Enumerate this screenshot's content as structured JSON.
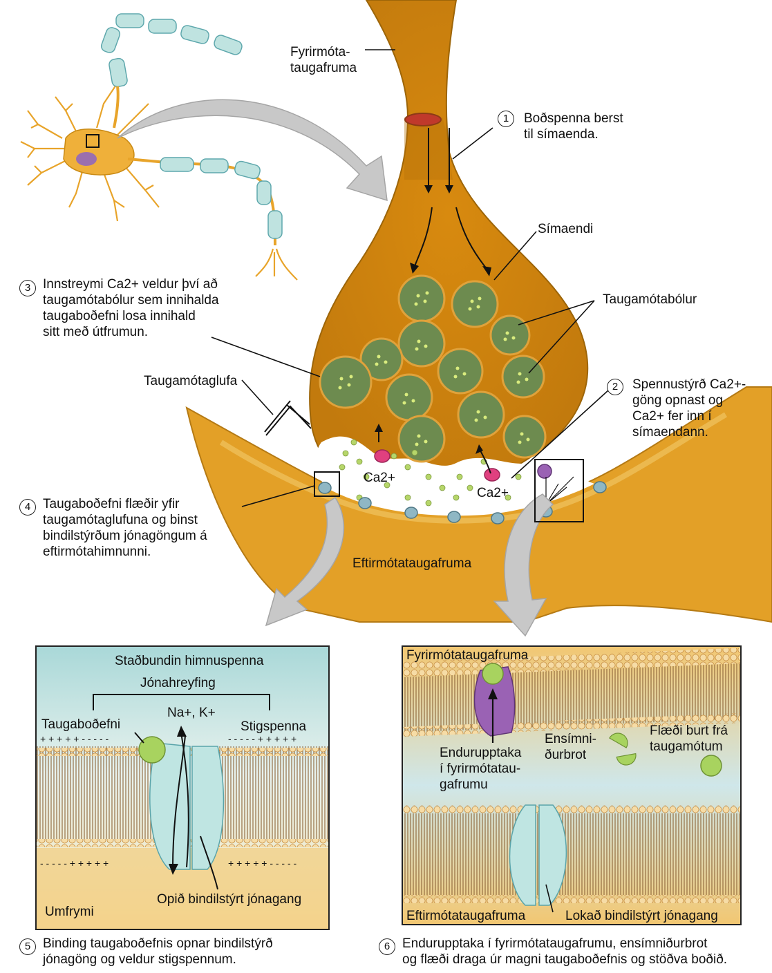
{
  "top": {
    "presynaptic_neuron": [
      "Fyrirmóta-",
      "taugafruma"
    ],
    "step1": {
      "num": "1",
      "lines": [
        "Boðspenna berst",
        "til símaenda."
      ]
    },
    "terminal": "Símaendi",
    "vesicles": "Taugamótabólur",
    "step3": {
      "num": "3",
      "lines": [
        "Innstreymi Ca2+ veldur því að",
        "taugamótabólur sem innihalda",
        "taugaboðefni losa innihald",
        "sitt með útfrumun."
      ]
    },
    "cleft": "Taugamótaglufa",
    "step2": {
      "num": "2",
      "lines": [
        "Spennustýrð Ca2+-",
        "göng opnast og",
        "Ca2+ fer inn í",
        "símaendann."
      ]
    },
    "ca_left": "Ca2+",
    "ca_right": "Ca2+",
    "step4": {
      "num": "4",
      "lines": [
        "Taugaboðefni flæðir yfir",
        "taugamótaglufuna og binst",
        "bindilstýrðum jónagöngum á",
        "eftirmótahimnunni."
      ]
    },
    "postsynaptic": "Eftirmótataugafruma"
  },
  "panel5": {
    "local_potential": "Staðbundin himnuspenna",
    "ion_movement": "Jónahreyfing",
    "neurotransmitter": "Taugaboðefni",
    "ions": "Na+, K+",
    "graded_potential": "Stigspenna",
    "charges_top_left": "+ + + + + - - - - -",
    "charges_top_right": "- - - - - + + + + +",
    "charges_bottom_left": "- - - - - + + + + +",
    "charges_bottom_right": "+ + + + + - - - - -",
    "open_channel": "Opið bindilstýrt jónagang",
    "cytoplasm": "Umfrymi",
    "caption": {
      "num": "5",
      "lines": [
        "Binding taugaboðefnis opnar bindilstýrð",
        "jónagöng og veldur stigspennum."
      ]
    }
  },
  "panel6": {
    "presynaptic": "Fyrirmótataugafruma",
    "reuptake": [
      "Endurupptaka",
      "í fyrirmótatau-",
      "gafrumu"
    ],
    "enzymatic": [
      "Ensímni-",
      "ðurbrot"
    ],
    "diffusion": [
      "Flæði burt frá",
      "taugamótum"
    ],
    "postsynaptic": "Eftirmótataugafruma",
    "closed_channel": "Lokað bindilstýrt jónagang",
    "caption": {
      "num": "6",
      "lines": [
        "Endurupptaka í fyrirmótataugafrumu, ensímniðurbrot",
        "og flæði draga úr magni taugaboðefnis og stöðva boðið."
      ]
    }
  },
  "colors": {
    "neuron": "#e7a52b",
    "vesicle": "#6f8a4f",
    "channel": "#bfe6e4",
    "reuptake": "#8c58a3",
    "membrane": "#f3cf92"
  }
}
